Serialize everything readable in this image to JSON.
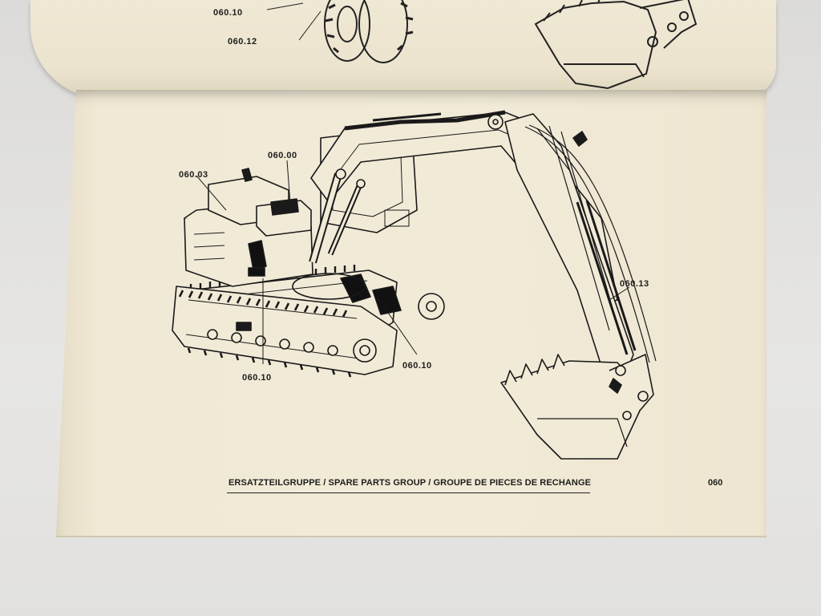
{
  "previous_page": {
    "labels": [
      "060.10",
      "060.12"
    ]
  },
  "diagram": {
    "part_labels": {
      "a": "060.03",
      "b": "060.00",
      "c": "060.13",
      "d": "060.10",
      "e": "060.10"
    }
  },
  "footer": {
    "title": "ERSATZTEILGRUPPE / SPARE PARTS GROUP / GROUPE DE PIECES DE RECHANGE",
    "page_number": "060"
  }
}
